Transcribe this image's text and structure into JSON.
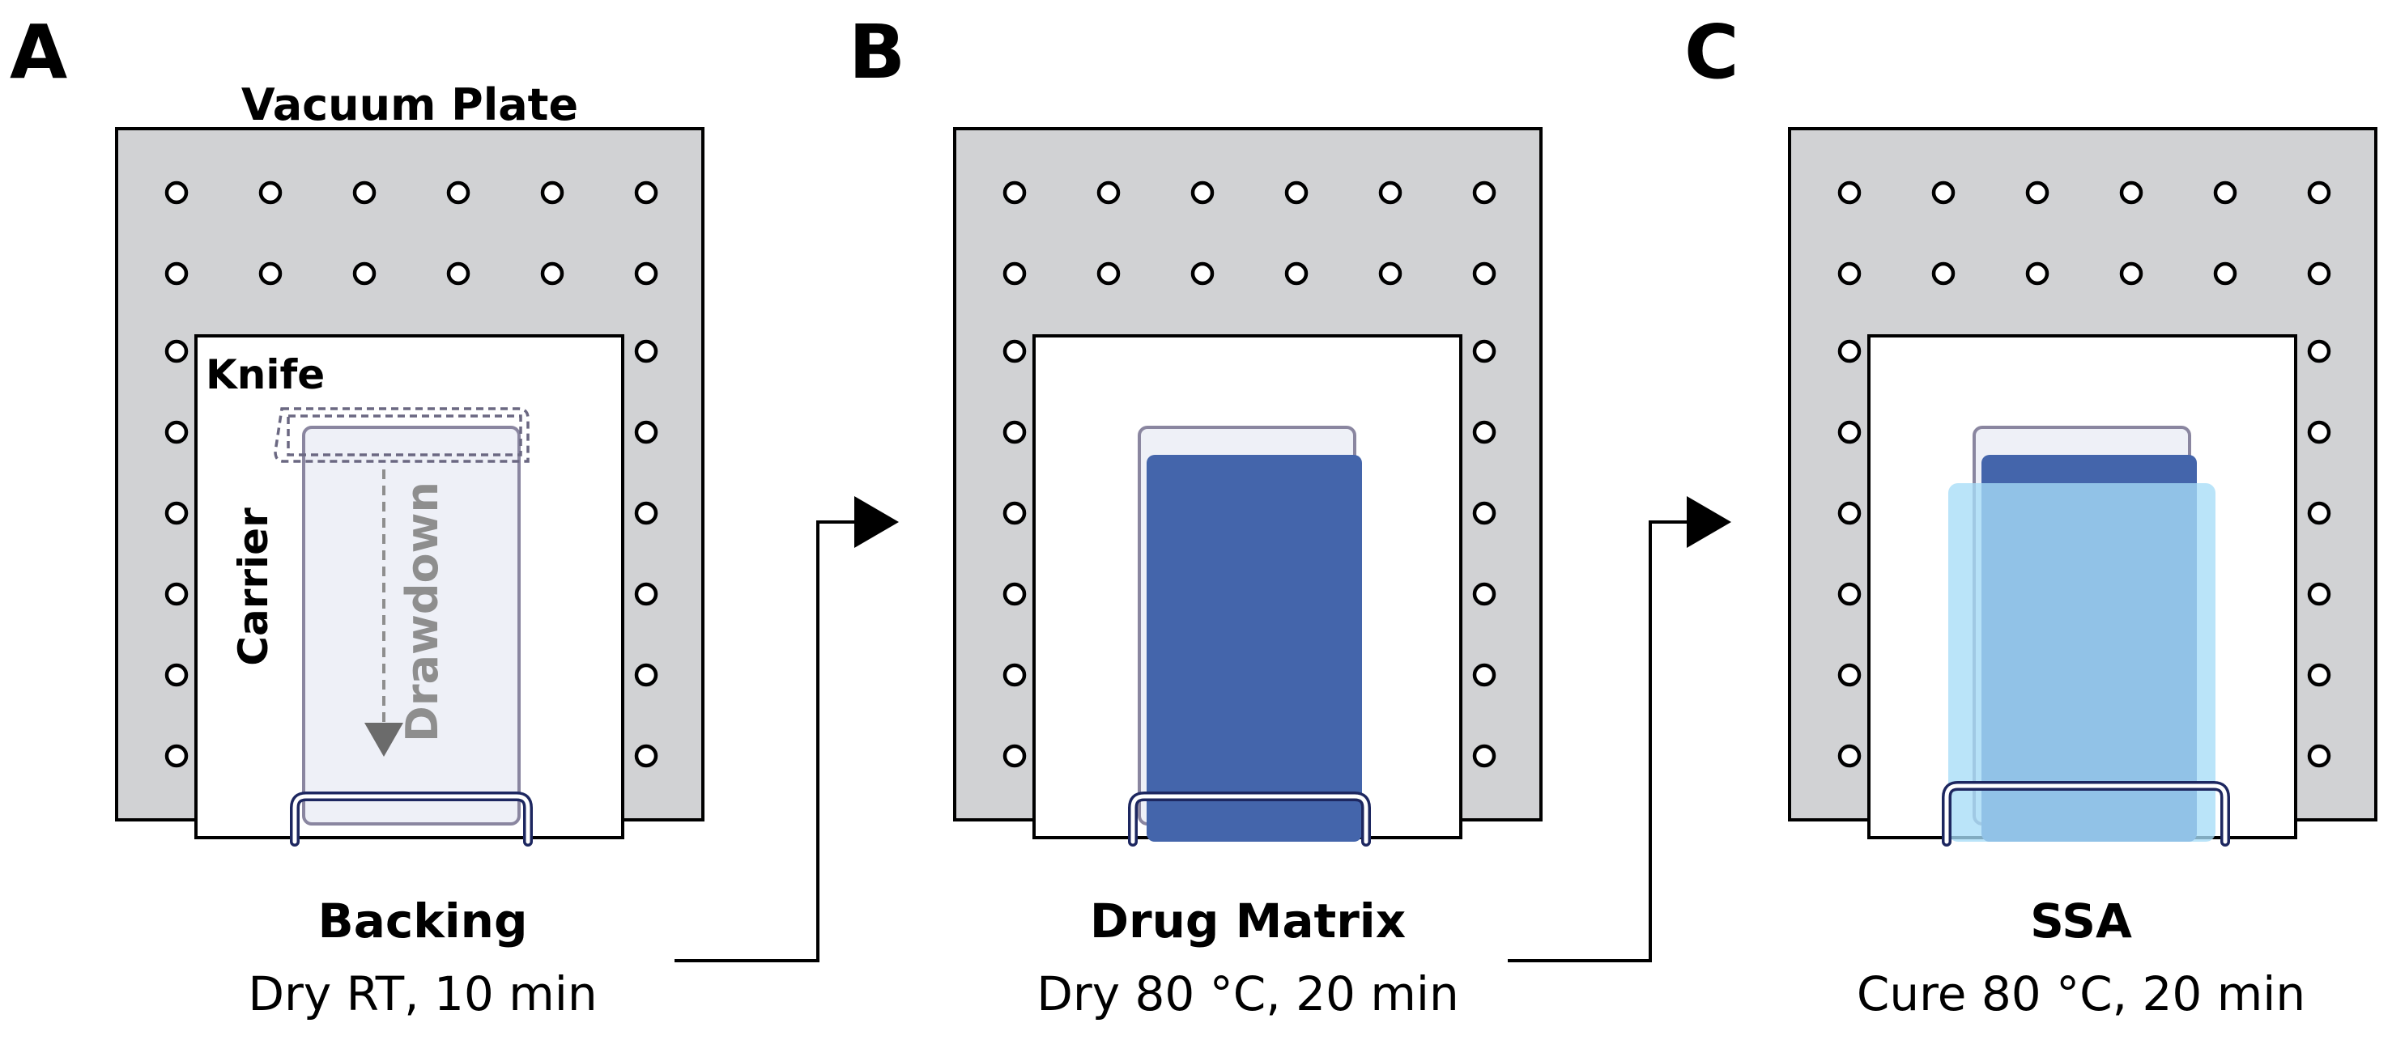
{
  "panels": [
    {
      "letter": "A",
      "plate_label": "Vacuum Plate",
      "knife_label": "Knife",
      "carrier_label": "Carrier",
      "drawdown_label": "Drawdown",
      "step_title": "Backing",
      "step_condition": "Dry RT, 10 min"
    },
    {
      "letter": "B",
      "step_title": "Drug Matrix",
      "step_condition": "Dry 80 °C, 20 min"
    },
    {
      "letter": "C",
      "step_title": "SSA",
      "step_condition": "Cure 80 °C, 20 min"
    }
  ],
  "colors": {
    "plate": "#d1d2d4",
    "backing_film": "#eef0f7",
    "drug_matrix": "#4465ab",
    "ssa": "#a6dcf7",
    "clip": "#1d2760"
  }
}
